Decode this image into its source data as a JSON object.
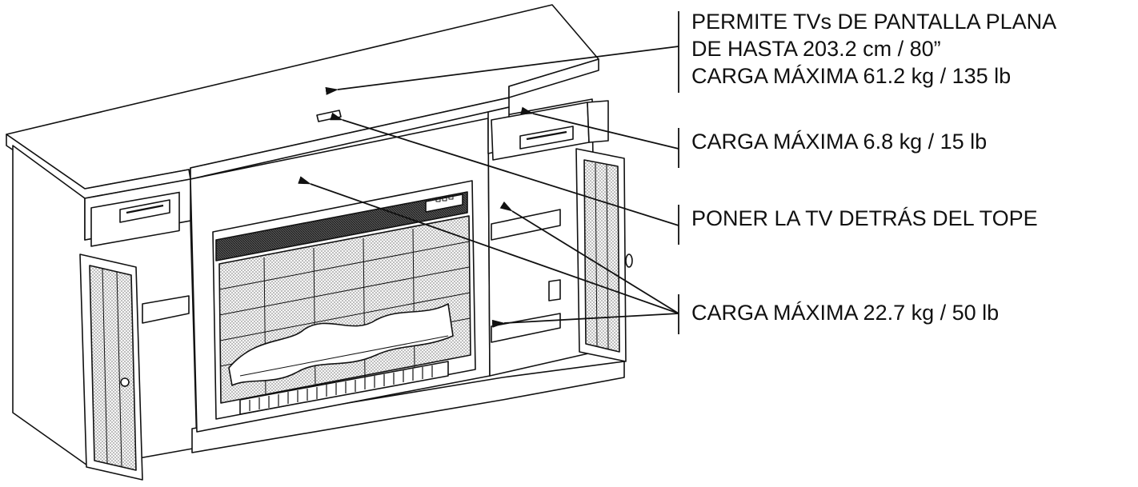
{
  "callouts": {
    "tv_top": {
      "lines": [
        "PERMITE TVs DE PANTALLA PLANA",
        "DE HASTA 203.2 cm / 80”",
        "CARGA MÁXIMA 61.2 kg / 135 lb"
      ]
    },
    "drawer": {
      "text": "CARGA MÁXIMA 6.8 kg / 15 lb"
    },
    "stopper": {
      "text": "PONER LA TV DETRÁS DEL TOPE"
    },
    "shelves": {
      "text": "CARGA MÁXIMA 22.7 kg / 50 lb"
    }
  },
  "colors": {
    "line": "#111111",
    "fill": "#ffffff",
    "mesh": "#d9d9d9"
  }
}
